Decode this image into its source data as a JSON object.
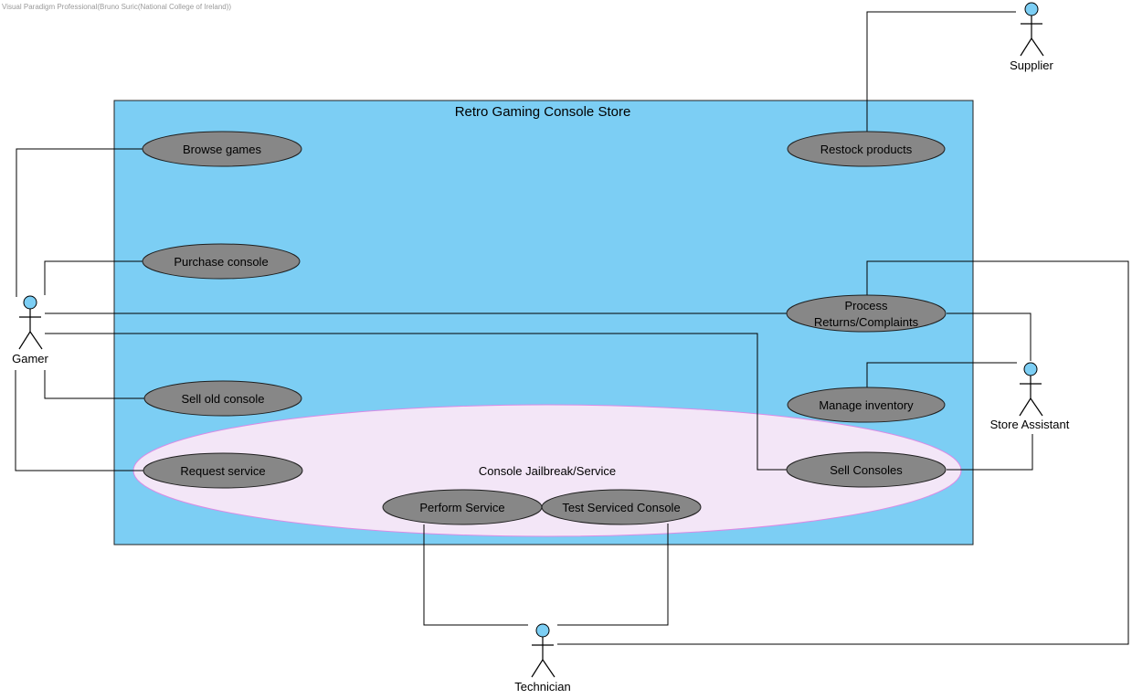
{
  "watermark": "Visual Paradigm Professional(Bruno Suric(National College of Ireland))",
  "system": {
    "title": "Retro Gaming Console Store"
  },
  "colors": {
    "system_fill": "#7ccef4",
    "usecase_fill": "#878787",
    "group_fill": "#f3e6f7",
    "group_stroke": "#d98be6",
    "actor_head": "#7ccef4"
  },
  "group": {
    "label": "Console Jailbreak/Service"
  },
  "use_cases": {
    "browse_games": "Browse games",
    "purchase_console": "Purchase console",
    "sell_old_console": "Sell old console",
    "request_service": "Request service",
    "restock_products": "Restock products",
    "process_returns_line1": "Process",
    "process_returns_line2": "Returns/Complaints",
    "manage_inventory": "Manage inventory",
    "sell_consoles": "Sell Consoles",
    "perform_service": "Perform Service",
    "test_serviced_console": "Test Serviced Console"
  },
  "actors": {
    "gamer": "Gamer",
    "supplier": "Supplier",
    "store_assistant": "Store Assistant",
    "technician": "Technician"
  }
}
